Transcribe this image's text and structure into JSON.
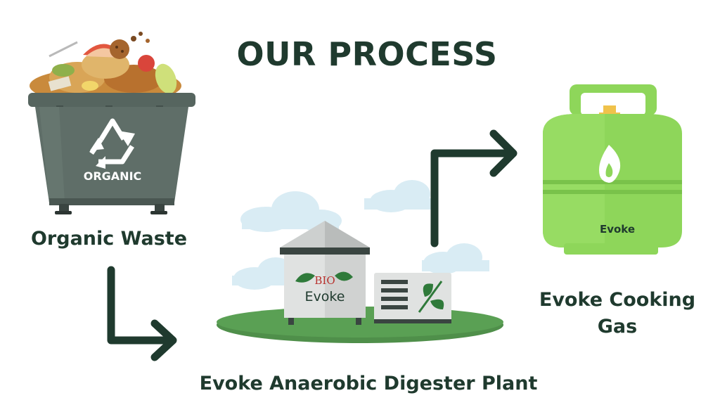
{
  "title": "OUR PROCESS",
  "steps": [
    {
      "label": "Organic Waste",
      "bin_text": "ORGANIC"
    },
    {
      "label": "Evoke Anaerobic Digester Plant",
      "tank_prefix": "BIO",
      "tank_brand": "Evoke"
    },
    {
      "label": "Evoke Cooking Gas",
      "cylinder_brand": "Evoke"
    }
  ],
  "colors": {
    "heading": "#1f3a2e",
    "arrow": "#1f3a2e",
    "bin": "#5c6b66",
    "ground": "#4f8f4a",
    "cylinder": "#8ed65a",
    "cloud": "#d9ecf4"
  },
  "icons": [
    "recycle-icon",
    "leaf-icon",
    "flame-icon",
    "arrow-icon"
  ]
}
